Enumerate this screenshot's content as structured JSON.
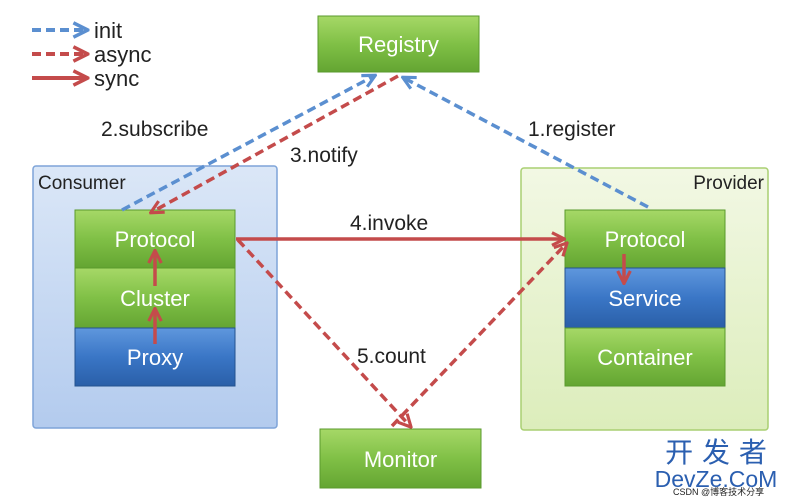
{
  "legend": {
    "init": "init",
    "async": "async",
    "sync": "sync"
  },
  "nodes": {
    "registry": "Registry",
    "monitor": "Monitor",
    "consumer": "Consumer",
    "provider": "Provider",
    "consumer_protocol": "Protocol",
    "consumer_cluster": "Cluster",
    "consumer_proxy": "Proxy",
    "provider_protocol": "Protocol",
    "provider_service": "Service",
    "provider_container": "Container"
  },
  "edges": {
    "register": "1.register",
    "subscribe": "2.subscribe",
    "notify": "3.notify",
    "invoke": "4.invoke",
    "count": "5.count"
  },
  "watermark": {
    "cn": "开 发 者",
    "en": "DevZe.CoM",
    "small": "CSDN @博客技术分享"
  },
  "colors": {
    "init": "#5b8fd0",
    "async": "#c44b4b",
    "sync": "#c44b4b",
    "green_box": "#7cbf3f",
    "blue_box": "#3c78c4",
    "consumer_bg": "#c5d9f2",
    "provider_bg": "#e4f1cc"
  }
}
